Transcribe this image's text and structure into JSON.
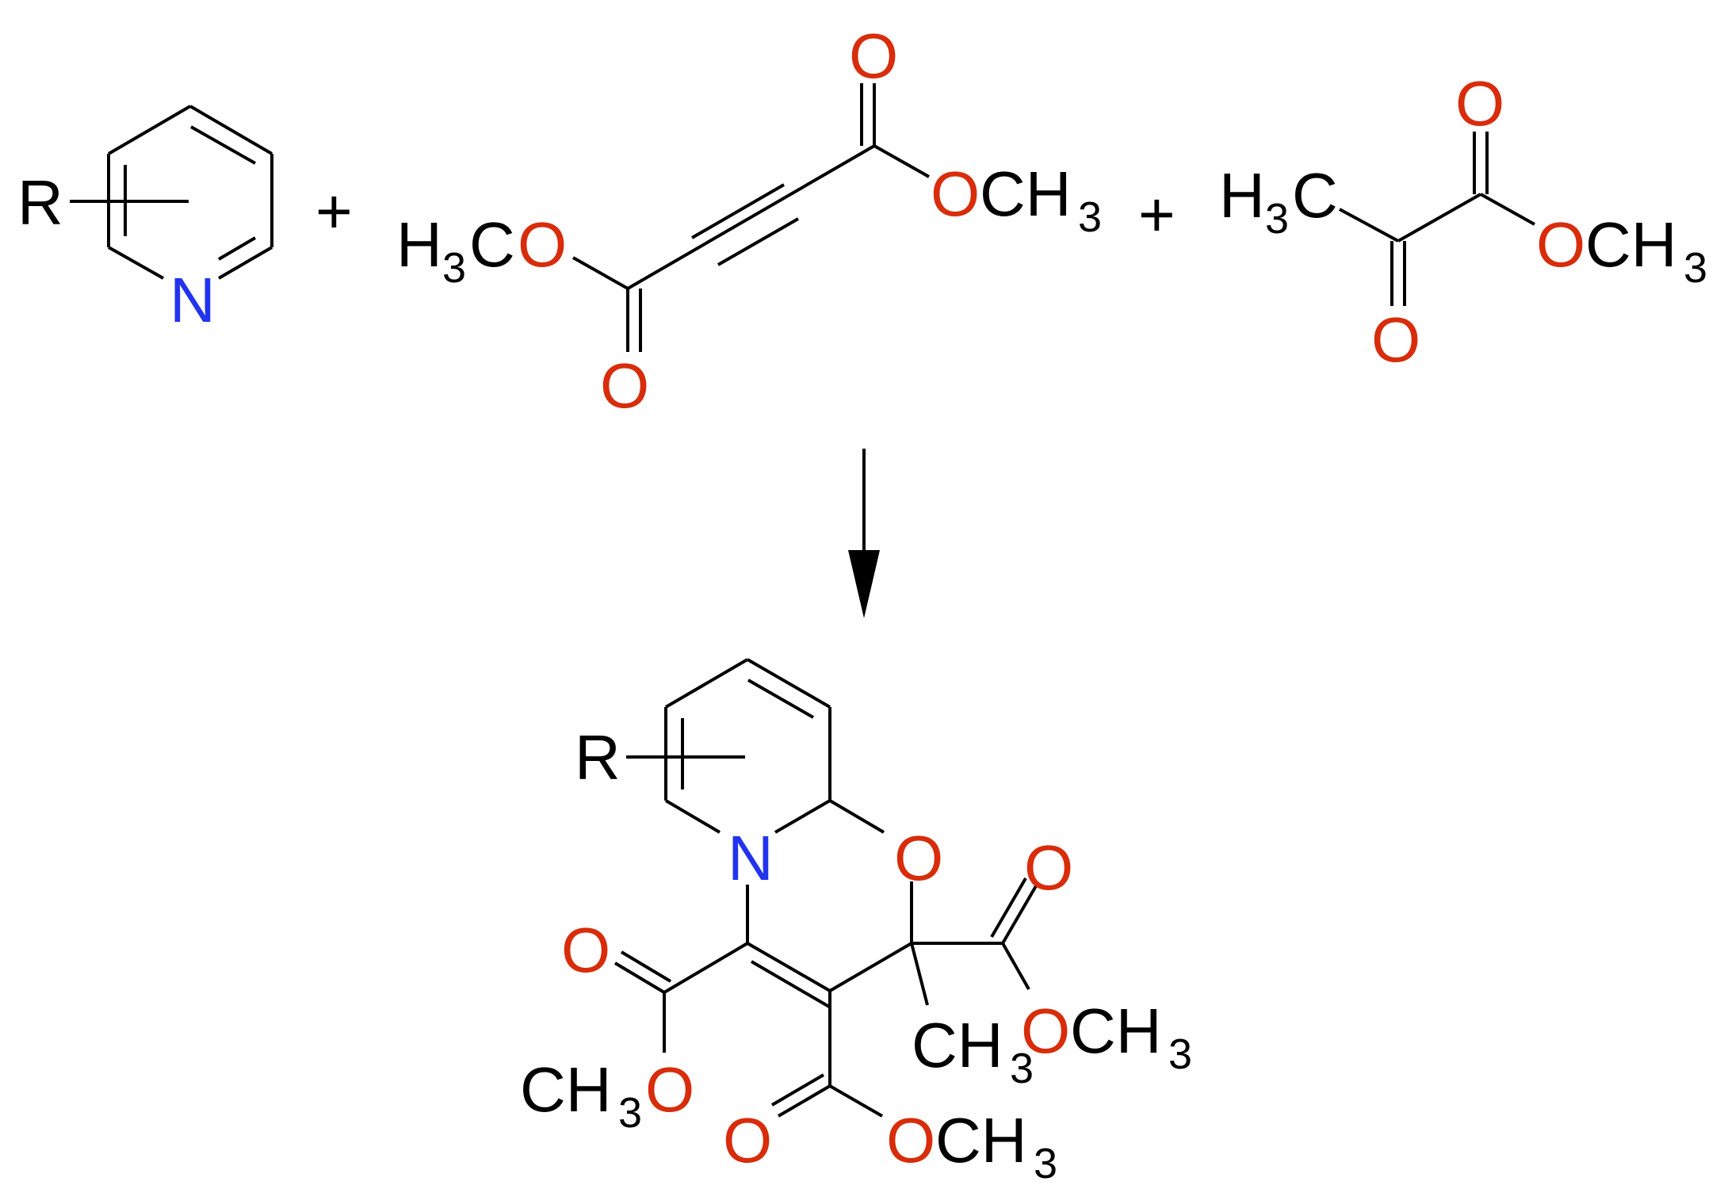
{
  "colors": {
    "bond": "#000000",
    "oxygen": "#d82c0b",
    "nitrogen": "#2233ee"
  },
  "labels": {
    "R": "R",
    "N": "N",
    "O": "O",
    "C": "C",
    "H": "H",
    "sub3": "3",
    "CH": "CH",
    "plus": "+"
  },
  "scheme": {
    "reactants": [
      "substituted pyridine",
      "dimethyl acetylenedicarboxylate",
      "methyl pyruvate"
    ],
    "products": [
      "tetramethyl-substituted pyrido[2,1-b][1,3]oxazine tricarboxylate"
    ]
  }
}
